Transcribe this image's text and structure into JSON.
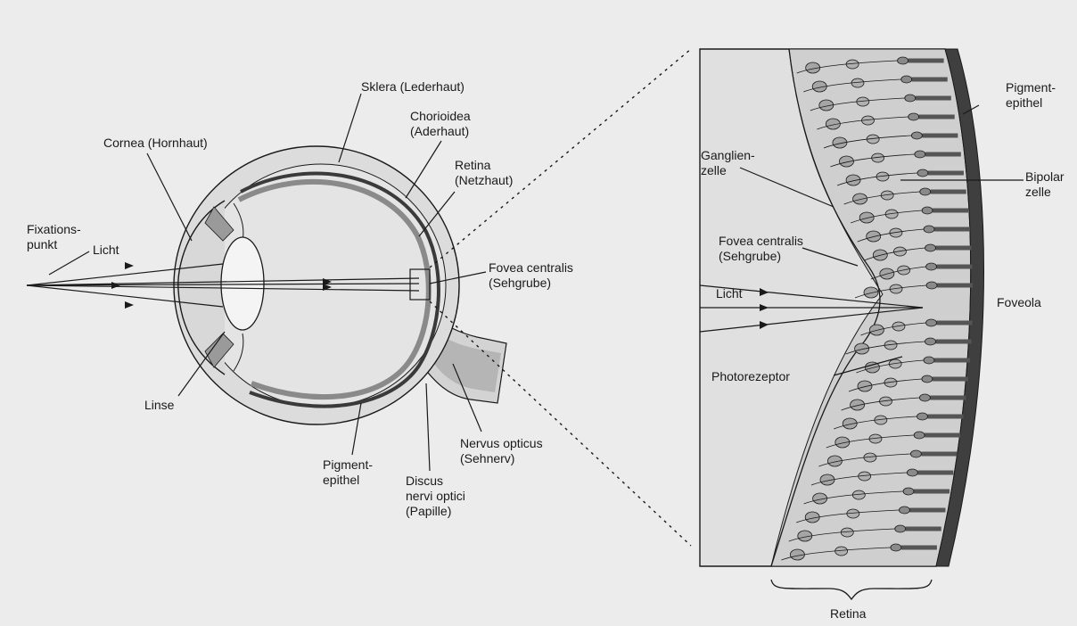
{
  "labels": {
    "fixationspunkt_1": "Fixations-",
    "fixationspunkt_2": "punkt",
    "licht_left": "Licht",
    "cornea": "Cornea (Hornhaut)",
    "sklera": "Sklera (Lederhaut)",
    "chorioidea_1": "Chorioidea",
    "chorioidea_2": "(Aderhaut)",
    "retina_eye_1": "Retina",
    "retina_eye_2": "(Netzhaut)",
    "fovea_1": "Fovea centralis",
    "fovea_2": "(Sehgrube)",
    "linse": "Linse",
    "pigment_eye_1": "Pigment-",
    "pigment_eye_2": "epithel",
    "discus_1": "Discus",
    "discus_2": "nervi optici",
    "discus_3": "(Papille)",
    "nervus_1": "Nervus opticus",
    "nervus_2": "(Sehnerv)",
    "ganglien_1": "Ganglien-",
    "ganglien_2": "zelle",
    "fovea_zoom_1": "Fovea centralis",
    "fovea_zoom_2": "(Sehgrube)",
    "licht_zoom": "Licht",
    "photorezeptor": "Photorezeptor",
    "pigment_zoom_1": "Pigment-",
    "pigment_zoom_2": "epithel",
    "bipolar_1": "Bipolar",
    "bipolar_2": "zelle",
    "foveola": "Foveola",
    "retina_bottom": "Retina"
  },
  "colors": {
    "background": "#ececec",
    "tissue": "#d8d8d8",
    "dark_layer": "#4a4a4a",
    "line": "#1a1a1a"
  }
}
